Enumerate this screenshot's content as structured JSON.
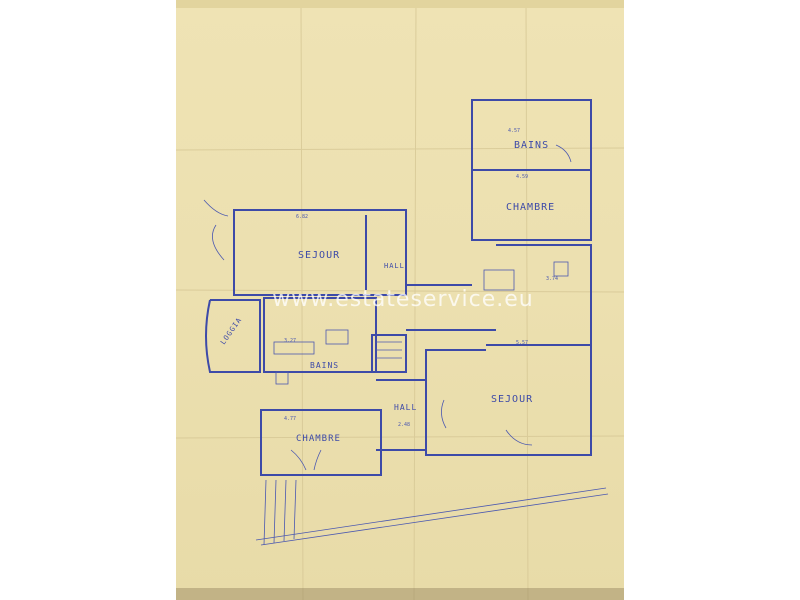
{
  "watermark": "www.estateservice.eu",
  "rooms": {
    "bains_top": "BAINS",
    "chambre_top": "CHAMBRE",
    "sejour_left": "SEJOUR",
    "hall_left": "HALL",
    "loggia": "LOGGIA",
    "bains_left": "BAINS",
    "sejour_right": "SEJOUR",
    "hall_bottom": "HALL",
    "chambre_bottom": "CHAMBRE"
  },
  "colors": {
    "paper": "#ece0b0",
    "ink": "#3d4aa8",
    "border": "#6b5a3a"
  }
}
